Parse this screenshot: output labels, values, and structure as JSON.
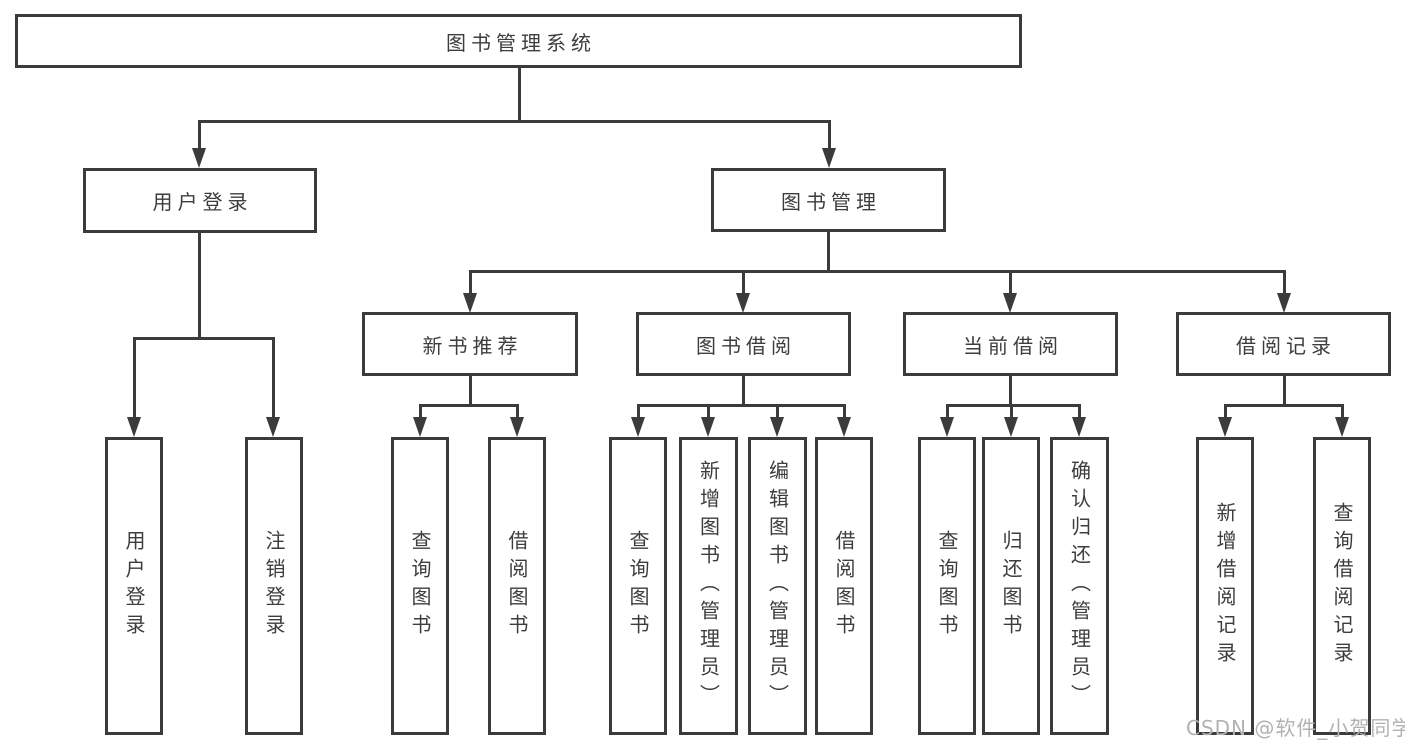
{
  "tree": {
    "label": "图书管理系统",
    "children": [
      {
        "label": "用户登录",
        "children": [
          {
            "label": "用户登录"
          },
          {
            "label": "注销登录"
          }
        ]
      },
      {
        "label": "图书管理",
        "children": [
          {
            "label": "新书推荐",
            "children": [
              {
                "label": "查询图书"
              },
              {
                "label": "借阅图书"
              }
            ]
          },
          {
            "label": "图书借阅",
            "children": [
              {
                "label": "查询图书"
              },
              {
                "label": "新增图书（管理员）"
              },
              {
                "label": "编辑图书（管理员）"
              },
              {
                "label": "借阅图书"
              }
            ]
          },
          {
            "label": "当前借阅",
            "children": [
              {
                "label": "查询图书"
              },
              {
                "label": "归还图书"
              },
              {
                "label": "确认归还（管理员）"
              }
            ]
          },
          {
            "label": "借阅记录",
            "children": [
              {
                "label": "新增借阅记录"
              },
              {
                "label": "查询借阅记录"
              }
            ]
          }
        ]
      }
    ]
  },
  "watermark": {
    "text": "CSDN @软件_小贺同学"
  },
  "colors": {
    "line": "#3b3b3b",
    "text": "#3d3d3d",
    "watermark": "#b3b1b1",
    "background": "#ffffff"
  }
}
